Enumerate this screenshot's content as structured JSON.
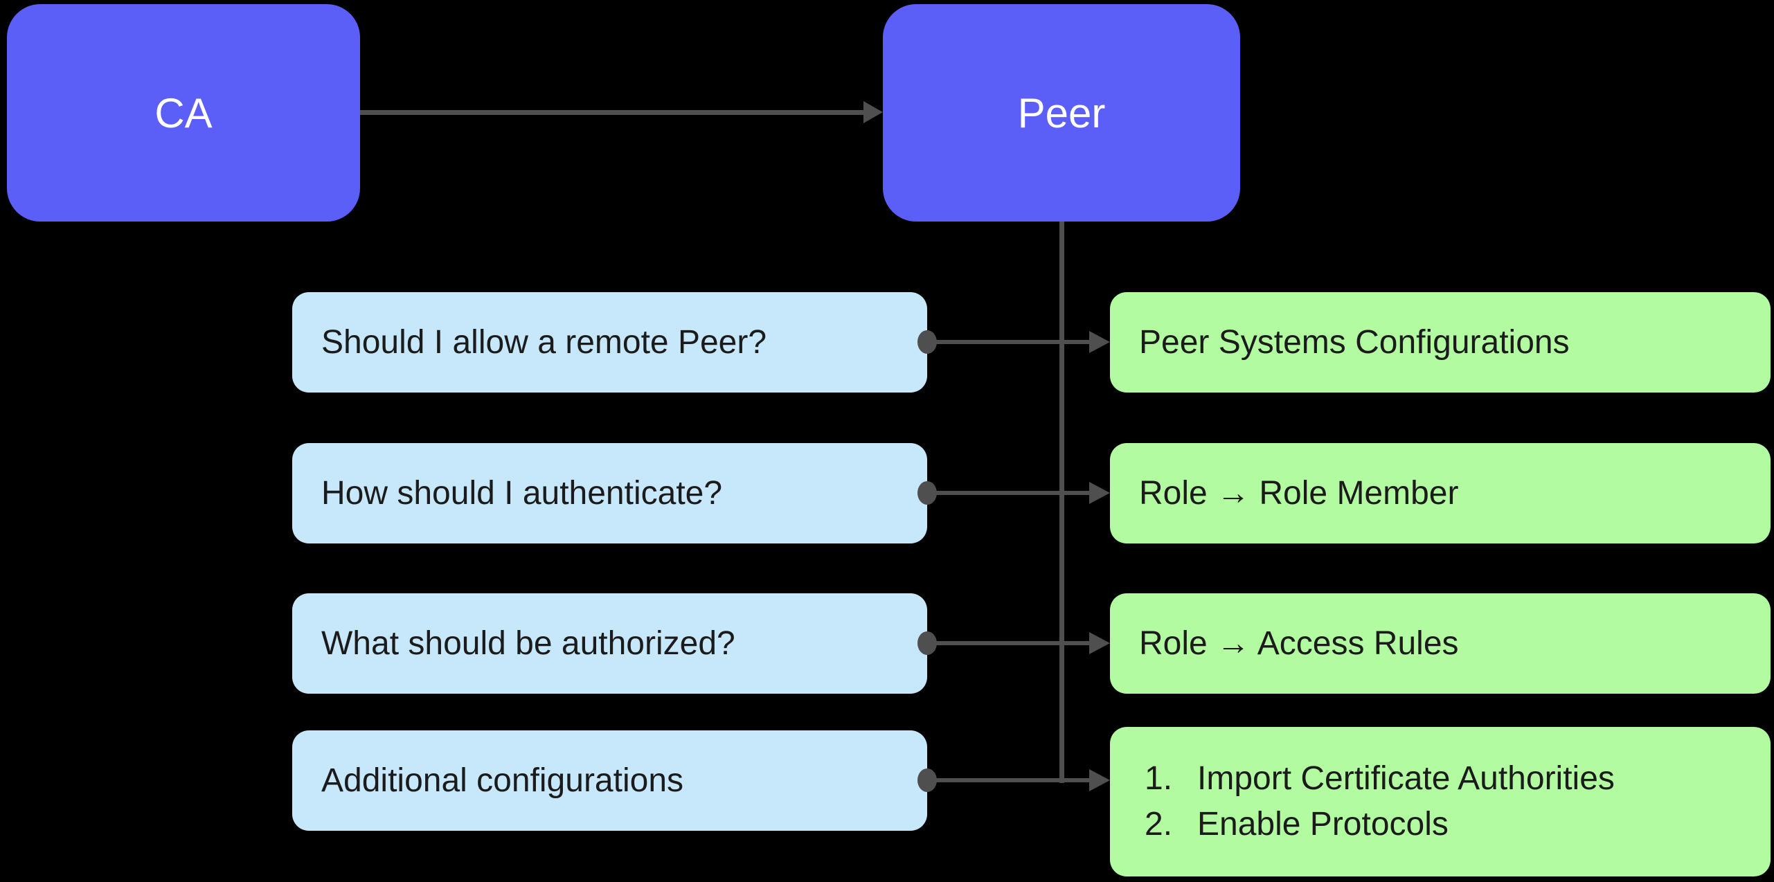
{
  "canvas": {
    "background": "#000000"
  },
  "colors": {
    "bg": "#000000",
    "node": "#5b5ef7",
    "question": "#c7e7fb",
    "answer": "#b2fba1",
    "connector": "#4f4f4f",
    "ink": "#1b1b1b",
    "nodeInk": "#ffffff"
  },
  "nodes": {
    "ca": "CA",
    "peer": "Peer"
  },
  "rows": [
    {
      "question": "Should I allow a remote Peer?",
      "answer": "Peer Systems Configurations"
    },
    {
      "question": "How should I authenticate?",
      "answer": "Role → Role Member"
    },
    {
      "question": "What should be authorized?",
      "answer": "Role → Access Rules"
    },
    {
      "question": "Additional configurations",
      "answer_items": [
        {
          "num": "1.",
          "text": "Import Certificate Authorities"
        },
        {
          "num": "2.",
          "text": "Enable Protocols"
        }
      ]
    }
  ]
}
